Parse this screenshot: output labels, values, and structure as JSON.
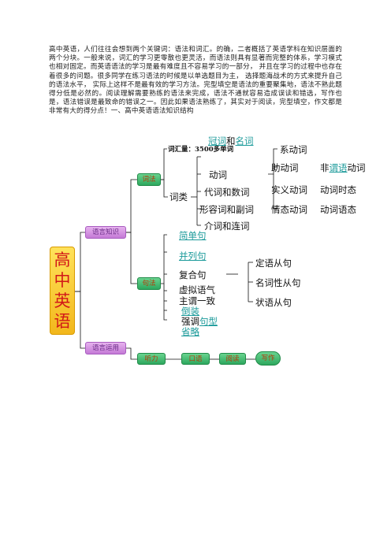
{
  "intro_paragraph": "高中英语，人们往往会想到两个关键词：语法和词汇。的确，二者概括了英语学科在知识层面的两个分块。一般来说，词汇的学习更零散也更灵活，而语法则具有显著而完整的体系，学习模式也相对固定。而英语语法的学习是最有难度且不容易学习的一部分，  并且在学习的过程中也存在着很多的问题。很多同学在练习语法的时候是以单选题目为主，  选择题海战术的方式来提升自己的语法水平，  实际上这样不是最有效的学习方法。完型填空是语法的重要聚集地，语法不熟此题得分低是必然的。阅读理解需要熟练的语法来完成，语法不通就容易造成误读和错选，写作也是，语法错误是最致命的错误之一。因此如果语法熟练了，其实对于阅读，完型填空，作文都是非常有大的得分点！一、高中英语语法知识结构",
  "diagram": {
    "root": [
      "高",
      "中",
      "英",
      "语"
    ],
    "language_knowledge": "语言知识",
    "language_use": "语言运用",
    "vocabulary_box": "词法",
    "syntax_box": "句法",
    "vocab_count": "词汇量：3500多单词",
    "word_class": "词类",
    "wc_article": "冠词",
    "wc_and": "和",
    "wc_noun": "名词",
    "wc_verb": "动词",
    "wc_pronoun_numeral": "代词和数词",
    "wc_adj_adv": "形容词和副词",
    "wc_prep_conj": "介词和连词",
    "v_link": "系动词",
    "v_aux": "助动词",
    "v_nonfinite_pre": "非",
    "v_nonfinite_mid": "谓语",
    "v_nonfinite_post": "动词",
    "v_notional": "实义动词",
    "v_tense": "动词时态",
    "v_modal": "情态动词",
    "v_voice": "动词语态",
    "s_simple": "简单句",
    "s_compound": "并列句",
    "s_complex": "复合句",
    "s_subjunctive": "虚拟语气",
    "s_agreement": "主谓一致",
    "s_inversion": "倒装",
    "s_emphasis_pre": "强调",
    "s_emphasis_post": "句型",
    "s_ellipsis": "省略",
    "c_attributive": "定语从句",
    "c_nominal": "名词性从句",
    "c_adverbial": "状语从句",
    "use_listening": "听力",
    "use_speaking": "口语",
    "use_reading": "阅读",
    "use_writing": "写作"
  }
}
